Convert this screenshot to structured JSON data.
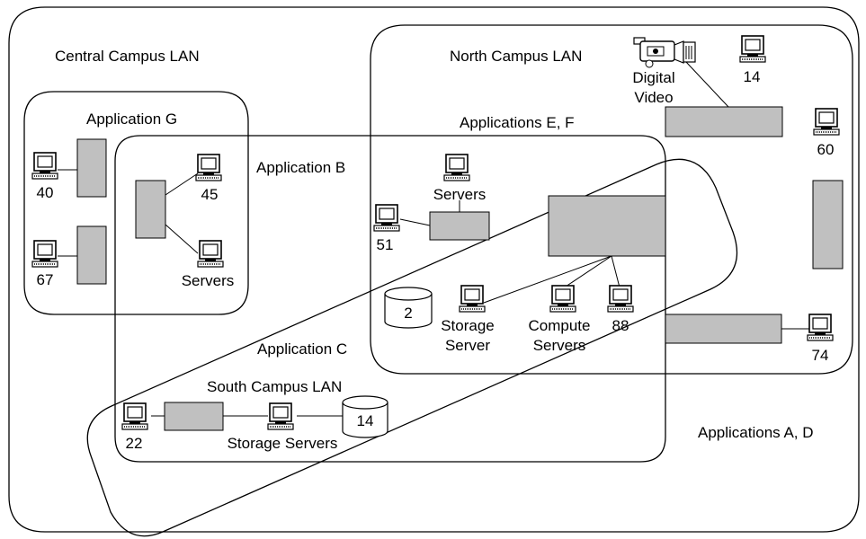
{
  "labels": {
    "central_campus_lan": "Central Campus LAN",
    "north_campus_lan": "North Campus LAN",
    "south_campus_lan": "South Campus LAN",
    "application_g": "Application G",
    "application_b": "Application B",
    "application_c": "Application C",
    "applications_e_f": "Applications E, F",
    "applications_a_d": "Applications A, D",
    "digital": "Digital",
    "video": "Video",
    "servers_b": "Servers",
    "servers_ef": "Servers",
    "storage": "Storage",
    "server": "Server",
    "compute": "Compute",
    "compute_servers": "Servers",
    "storage_servers": "Storage Servers"
  },
  "hosts": {
    "h14": "14",
    "h60": "60",
    "h74": "74",
    "h40": "40",
    "h67": "67",
    "h45": "45",
    "h51": "51",
    "h88": "88",
    "h22": "22"
  },
  "disks": {
    "d2": "2",
    "d14": "14"
  },
  "colors": {
    "device_fill": "#c0c0c0",
    "line": "#000000"
  }
}
